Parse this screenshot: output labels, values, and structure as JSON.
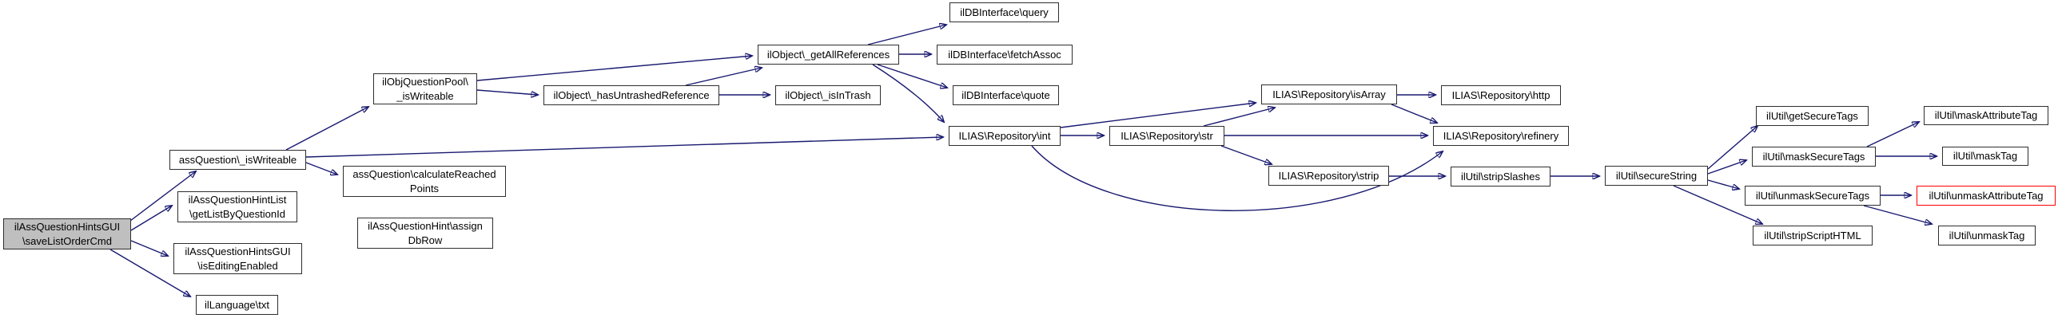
{
  "diagram": {
    "type": "call-graph",
    "root_function": "ilAssQuestionHintsGUI\\saveListOrderCmd",
    "colors": {
      "background": "#ffffff",
      "edge": "#191970",
      "node_border": "#2e2e2e",
      "node_fill": "#ffffff",
      "root_node_fill": "#bfbfbf",
      "highlight_border": "#ff0000",
      "text": "#000000"
    },
    "nodes": {
      "root": {
        "label": "ilAssQuestionHintsGUI\n\\saveListOrderCmd",
        "kind": "root"
      },
      "assQ_isWriteable": {
        "label": "assQuestion\\_isWriteable",
        "kind": "normal"
      },
      "pool_isWriteable": {
        "label": "ilObjQuestionPool\\\n_isWriteable",
        "kind": "normal"
      },
      "hasUntrashedRef": {
        "label": "ilObject\\_hasUntrashedReference",
        "kind": "normal"
      },
      "getAllRefs": {
        "label": "ilObject\\_getAllReferences",
        "kind": "normal"
      },
      "isInTrash": {
        "label": "ilObject\\_isInTrash",
        "kind": "normal"
      },
      "query": {
        "label": "ilDBInterface\\query",
        "kind": "normal"
      },
      "fetchAssoc": {
        "label": "ilDBInterface\\fetchAssoc",
        "kind": "normal"
      },
      "quote": {
        "label": "ilDBInterface\\quote",
        "kind": "normal"
      },
      "repo_int": {
        "label": "ILIAS\\Repository\\int",
        "kind": "normal"
      },
      "repo_str": {
        "label": "ILIAS\\Repository\\str",
        "kind": "normal"
      },
      "repo_isArray": {
        "label": "ILIAS\\Repository\\isArray",
        "kind": "normal"
      },
      "repo_http": {
        "label": "ILIAS\\Repository\\http",
        "kind": "normal"
      },
      "repo_refinery": {
        "label": "ILIAS\\Repository\\refinery",
        "kind": "normal"
      },
      "repo_strip": {
        "label": "ILIAS\\Repository\\strip",
        "kind": "normal"
      },
      "stripSlashes": {
        "label": "ilUtil\\stripSlashes",
        "kind": "normal"
      },
      "secureString": {
        "label": "ilUtil\\secureString",
        "kind": "normal"
      },
      "getSecureTags": {
        "label": "ilUtil\\getSecureTags",
        "kind": "normal"
      },
      "maskSecureTags": {
        "label": "ilUtil\\maskSecureTags",
        "kind": "normal"
      },
      "maskAttributeTag": {
        "label": "ilUtil\\maskAttributeTag",
        "kind": "normal"
      },
      "maskTag": {
        "label": "ilUtil\\maskTag",
        "kind": "normal"
      },
      "unmaskSecureTags": {
        "label": "ilUtil\\unmaskSecureTags",
        "kind": "normal"
      },
      "unmaskAttributeTag": {
        "label": "ilUtil\\unmaskAttributeTag",
        "kind": "highlighted-red"
      },
      "unmaskTag": {
        "label": "ilUtil\\unmaskTag",
        "kind": "normal"
      },
      "stripScriptHTML": {
        "label": "ilUtil\\stripScriptHTML",
        "kind": "normal"
      },
      "calcReachedPoints": {
        "label": "assQuestion\\calculateReached\nPoints",
        "kind": "normal"
      },
      "getListByQuestionId": {
        "label": "ilAssQuestionHintList\n\\getListByQuestionId",
        "kind": "normal"
      },
      "assignDbRow": {
        "label": "ilAssQuestionHint\\assign\nDbRow",
        "kind": "normal"
      },
      "isEditingEnabled": {
        "label": "ilAssQuestionHintsGUI\n\\isEditingEnabled",
        "kind": "normal"
      },
      "txt": {
        "label": "ilLanguage\\txt",
        "kind": "normal"
      }
    },
    "edges": [
      {
        "from": "root",
        "to": "assQ_isWriteable"
      },
      {
        "from": "root",
        "to": "getListByQuestionId"
      },
      {
        "from": "root",
        "to": "isEditingEnabled"
      },
      {
        "from": "root",
        "to": "txt"
      },
      {
        "from": "assQ_isWriteable",
        "to": "pool_isWriteable"
      },
      {
        "from": "assQ_isWriteable",
        "to": "calcReachedPoints"
      },
      {
        "from": "assQ_isWriteable",
        "to": "repo_int"
      },
      {
        "from": "pool_isWriteable",
        "to": "getAllRefs"
      },
      {
        "from": "pool_isWriteable",
        "to": "hasUntrashedRef"
      },
      {
        "from": "hasUntrashedRef",
        "to": "getAllRefs"
      },
      {
        "from": "hasUntrashedRef",
        "to": "isInTrash"
      },
      {
        "from": "getAllRefs",
        "to": "query"
      },
      {
        "from": "getAllRefs",
        "to": "fetchAssoc"
      },
      {
        "from": "getAllRefs",
        "to": "quote"
      },
      {
        "from": "getAllRefs",
        "to": "repo_int"
      },
      {
        "from": "repo_int",
        "to": "repo_str"
      },
      {
        "from": "repo_int",
        "to": "repo_isArray"
      },
      {
        "from": "repo_int",
        "to": "repo_refinery"
      },
      {
        "from": "repo_str",
        "to": "repo_isArray"
      },
      {
        "from": "repo_str",
        "to": "repo_refinery"
      },
      {
        "from": "repo_str",
        "to": "repo_strip"
      },
      {
        "from": "repo_isArray",
        "to": "repo_http"
      },
      {
        "from": "repo_isArray",
        "to": "repo_refinery"
      },
      {
        "from": "repo_strip",
        "to": "stripSlashes"
      },
      {
        "from": "stripSlashes",
        "to": "secureString"
      },
      {
        "from": "secureString",
        "to": "getSecureTags"
      },
      {
        "from": "secureString",
        "to": "maskSecureTags"
      },
      {
        "from": "secureString",
        "to": "unmaskSecureTags"
      },
      {
        "from": "secureString",
        "to": "stripScriptHTML"
      },
      {
        "from": "maskSecureTags",
        "to": "maskAttributeTag"
      },
      {
        "from": "maskSecureTags",
        "to": "maskTag"
      },
      {
        "from": "unmaskSecureTags",
        "to": "unmaskAttributeTag"
      },
      {
        "from": "unmaskSecureTags",
        "to": "unmaskTag"
      }
    ]
  }
}
